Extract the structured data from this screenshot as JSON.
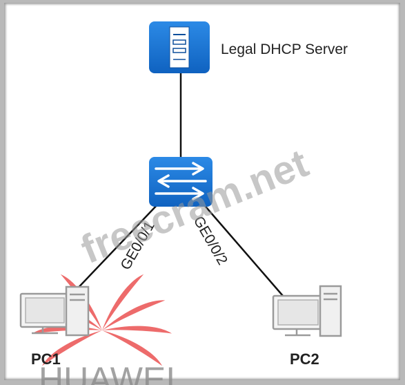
{
  "nodes": {
    "server": {
      "label": "Legal DHCP Server",
      "icon": "server-icon"
    },
    "switch": {
      "icon": "switch-icon"
    },
    "pc1": {
      "label": "PC1",
      "icon": "pc-icon"
    },
    "pc2": {
      "label": "PC2",
      "icon": "pc-icon"
    }
  },
  "links": [
    {
      "from": "server",
      "to": "switch",
      "label": ""
    },
    {
      "from": "switch",
      "to": "pc1",
      "label": "GE0/0/1"
    },
    {
      "from": "switch",
      "to": "pc2",
      "label": "GE0/0/2"
    }
  ],
  "watermarks": {
    "site": "freecram.net",
    "brand": "HUAWEI"
  },
  "colors": {
    "device_blue": "#1f7ad9",
    "device_blue_dark": "#0f5fb5",
    "link": "#111111",
    "watermark_red": "#e83a3a",
    "watermark_gray": "#8c8c8c"
  }
}
